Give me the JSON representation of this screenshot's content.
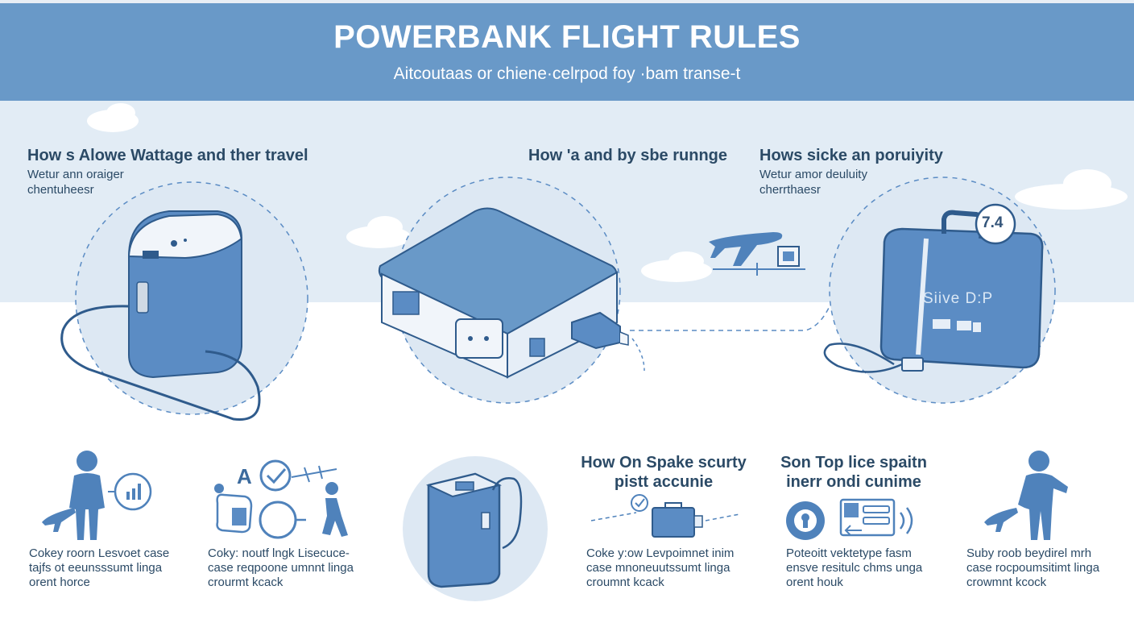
{
  "header": {
    "title": "POWERBANK FLIGHT RULES",
    "subtitle": "Aitcoutaas or chiene·celrpod foy ·bam transe-t"
  },
  "colors": {
    "header_bg": "#6999c8",
    "sky_band": "#e2ecf5",
    "accent_blue": "#5b8cc4",
    "dark_blue": "#2f5b8c",
    "text": "#2b4a66",
    "circle_bg": "#dde8f3"
  },
  "sections": [
    {
      "title": "How s Alowe Wattage and ther travel",
      "subtitle_lines": [
        "Wetur ann oraiger",
        "chentuheesr"
      ]
    },
    {
      "title": "How 'a and by sbe runnge"
    },
    {
      "title": "Hows sicke an poruiyity",
      "subtitle_lines": [
        "Wetur amor deuluity",
        "cherrthaesr"
      ]
    }
  ],
  "luggage": {
    "badge": "7.4",
    "label": "Siive D:P"
  },
  "bottom": {
    "items": [
      {
        "caption_lines": [
          "Cokey roorn Lesvoet case",
          "tajfs ot eeunsssumt linga",
          "orent horce"
        ]
      },
      {
        "letter": "A",
        "caption_lines": [
          "Coky: noutf lngk Lisecuce-",
          "case reqpoone umnnt linga",
          "crourmt kcack"
        ]
      },
      {
        "title_lines": [
          "How On Spake scurty",
          "pistt accunie"
        ],
        "caption_lines": [
          "Coke y:ow Levpoimnet inim",
          "case mnoneuutssumt linga",
          "croumnt kcack"
        ]
      },
      {
        "title_lines": [
          "Son Top lice spaitn",
          "inerr ondi cunime"
        ],
        "caption_lines": [
          "Poteoitt vektetype fasm",
          "ensve resitulc chms unga",
          "orent houk"
        ]
      },
      {
        "caption_lines": [
          "Suby roob beydirel mrh",
          "case rocpoumsitimt linga",
          "crowmnt kcock"
        ]
      }
    ]
  }
}
